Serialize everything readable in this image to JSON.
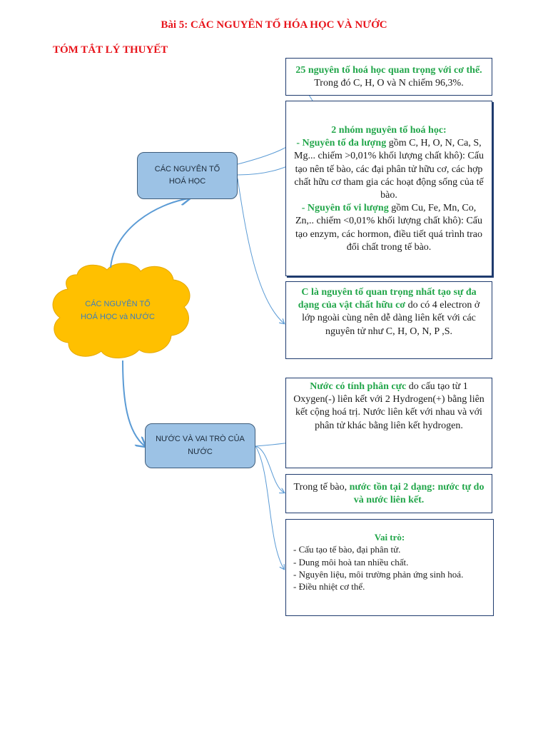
{
  "header": {
    "title": "Bài 5: CÁC NGUYÊN TỐ HÓA HỌC VÀ NƯỚC",
    "section": "TÓM TẮT LÝ THUYẾT"
  },
  "cloud": {
    "line1": "CÁC NGUYÊN TỐ",
    "line2": "HOÁ HỌC và NƯỚC"
  },
  "nodes": {
    "elements": {
      "line1": "CÁC NGUYÊN TỐ",
      "line2": "HOÁ HỌC"
    },
    "water": {
      "line1": "NƯỚC VÀ VAI TRÒ CỦA",
      "line2": "NƯỚC"
    }
  },
  "boxes": {
    "b1": {
      "highlight": "25 nguyên tố hoá học quan trọng với cơ thể.",
      "text": " Trong đó C, H, O và N chiếm 96,3%."
    },
    "b2": {
      "heading": "2 nhóm nguyên tố hoá học:",
      "macro_label": "- Nguyên tố đa lượng",
      "macro_text": " gồm C, H, O, N, Ca, S, Mg... chiếm >0,01% khối lượng chất khô): Cấu tạo nên tế bào, các đại phân tử hữu cơ, các hợp chất hữu cơ tham gia các hoạt động sống của tế bào.",
      "micro_label": "- Nguyên tố vi lượng",
      "micro_text": " gồm Cu, Fe, Mn, Co, Zn,.. chiếm <0,01% khối lượng chất khô): Cấu tạo enzym, các hormon, điều tiết quá trình trao đổi chất trong tế bào."
    },
    "b3": {
      "highlight": "C là nguyên tố quan trọng nhất tạo sự đa dạng của vật chất hữu cơ",
      "text": " do có 4 electron ở lớp ngoài cùng nên dễ dàng liên kết với các nguyên tử như C, H, O, N, P ,S."
    },
    "b4": {
      "highlight": "Nước có tính phân cực",
      "text": " do cấu tạo từ 1 Oxygen(-) liên kết với 2 Hydrogen(+) bằng liên kết cộng hoá trị. Nước liên kết với nhau và với phân tử khác bằng liên kết hydrogen."
    },
    "b5": {
      "text": "Trong tế bào, ",
      "highlight": "nước tồn tại 2 dạng: nước tự do và nước liên kết."
    },
    "b6": {
      "heading": "Vai trò:",
      "items": [
        "- Cấu tạo tế bào, đại phân tử.",
        "- Dung môi hoà tan nhiều chất.",
        "- Nguyên liệu, môi trường phản ứng sinh hoá.",
        "- Điều nhiệt cơ thể."
      ]
    }
  },
  "colors": {
    "title": "#e8141b",
    "highlight": "#22a64a",
    "node_fill": "#9cc2e5",
    "cloud_fill": "#ffc000",
    "connector": "#5b9bd5"
  }
}
